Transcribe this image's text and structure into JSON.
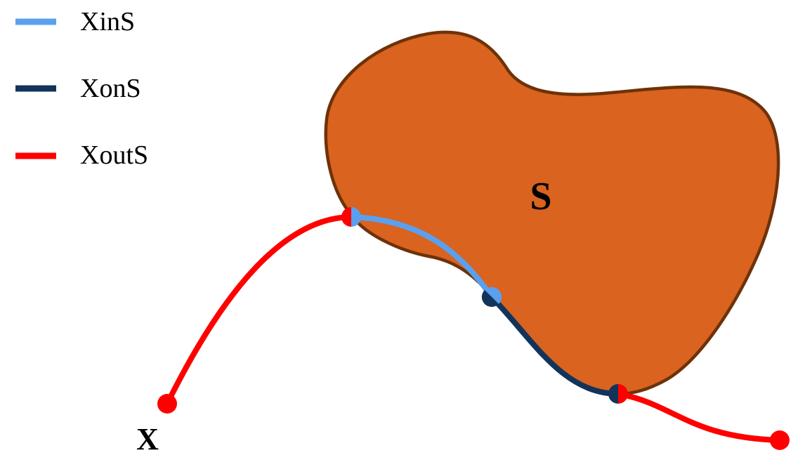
{
  "legend": {
    "items": [
      {
        "label": "XinS",
        "color": "#5aa0ee"
      },
      {
        "label": "XonS",
        "color": "#13345a"
      },
      {
        "label": "XoutS",
        "color": "#ff0000"
      }
    ]
  },
  "shape": {
    "label": "S",
    "fill": "#d9631f",
    "stroke": "#6e3209"
  },
  "curve": {
    "label": "X",
    "segments": [
      {
        "name": "outside-start",
        "class": "XoutS"
      },
      {
        "name": "inside",
        "class": "XinS"
      },
      {
        "name": "on-boundary",
        "class": "XonS"
      },
      {
        "name": "outside-end",
        "class": "XoutS"
      }
    ]
  }
}
